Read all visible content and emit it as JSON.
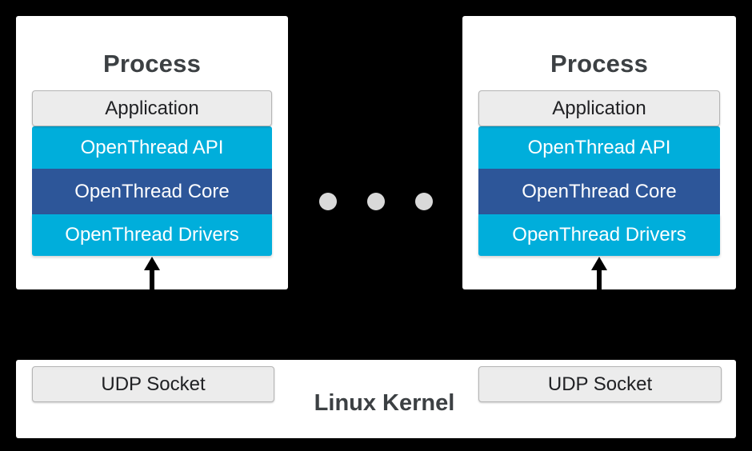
{
  "diagram": {
    "background_color": "#000000",
    "panel_color": "#ffffff",
    "accent_cyan": "#00aedb",
    "accent_blue": "#2d5699",
    "neutral_gray": "#ececec",
    "dot_color": "#d9d9d9",
    "heading_color": "#3c4043"
  },
  "processes": [
    {
      "title": "Process",
      "layers": [
        {
          "label": "Application",
          "style": "gray"
        },
        {
          "label": "OpenThread API",
          "style": "cyan"
        },
        {
          "label": "OpenThread Core",
          "style": "blue"
        },
        {
          "label": "OpenThread Drivers",
          "style": "cyan"
        }
      ],
      "connector": "up-arrow"
    },
    {
      "title": "Process",
      "layers": [
        {
          "label": "Application",
          "style": "gray"
        },
        {
          "label": "OpenThread API",
          "style": "cyan"
        },
        {
          "label": "OpenThread Core",
          "style": "blue"
        },
        {
          "label": "OpenThread Drivers",
          "style": "cyan"
        }
      ],
      "connector": "up-arrow"
    }
  ],
  "ellipsis": {
    "dot_count": 3,
    "meaning": "more-processes"
  },
  "kernel": {
    "title": "Linux Kernel",
    "sockets": [
      {
        "label": "UDP Socket"
      },
      {
        "label": "UDP Socket"
      }
    ]
  }
}
